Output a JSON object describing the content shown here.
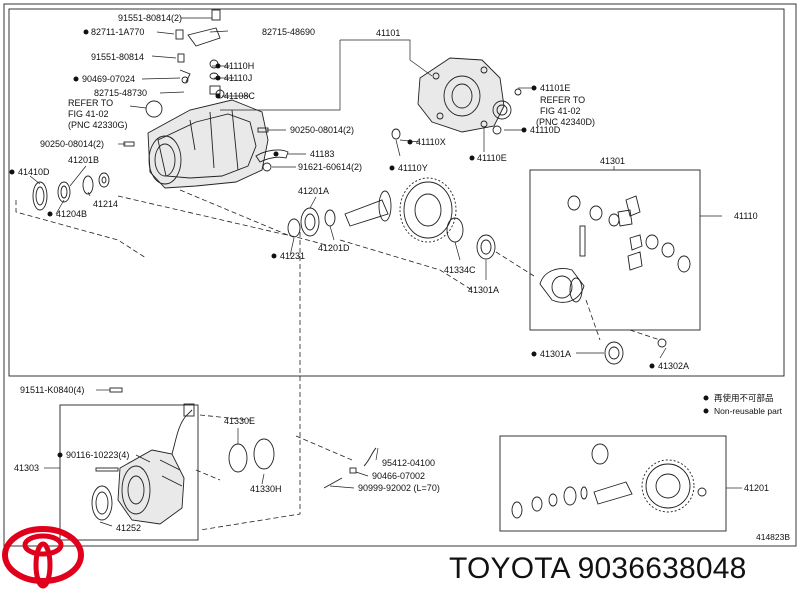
{
  "labels": {
    "l1": "91551-80814(2)",
    "l2": "82711-1A770",
    "l3": "82715-48690",
    "l4": "91551-80814",
    "l5": "41110H",
    "l6": "90469-07024",
    "l7": "41110J",
    "l8": "82715-48730",
    "l9": "41108C",
    "l10a": "REFER TO",
    "l10b": "FIG 41-02",
    "l10c": "(PNC 42330G)",
    "l11": "90250-08014(2)",
    "l12": "90250-08014(2)",
    "l13": "41183",
    "l14": "91621-60614(2)",
    "l15": "41410D",
    "l16": "41201B",
    "l17": "41214",
    "l18": "41204B",
    "l19": "41201A",
    "l20": "41201D",
    "l21": "41231",
    "l22": "41101",
    "l23": "41101E",
    "l24a": "REFER TO",
    "l24b": "FIG 41-02",
    "l24c": "(PNC 42340D)",
    "l25": "41110D",
    "l26": "41110X",
    "l27": "41110Y",
    "l28": "41110E",
    "l29": "41301",
    "l30": "41110",
    "l31": "41334C",
    "l32": "41301A",
    "l33": "41301A",
    "l34": "41302A",
    "l35": "91511-K0840(4)",
    "l36": "90116-10223(4)",
    "l37": "41303",
    "l38": "41330E",
    "l39": "41330H",
    "l40": "41252",
    "l41": "95412-04100",
    "l42": "90466-07002",
    "l43": "90999-92002 (L=70)",
    "l44": "41201",
    "legend1": "再使用不可部品",
    "legend2": "Non-reusable part",
    "figno": "414823B"
  },
  "caption": "TOYOTA 9036638048",
  "brand_color": "#e1001b"
}
